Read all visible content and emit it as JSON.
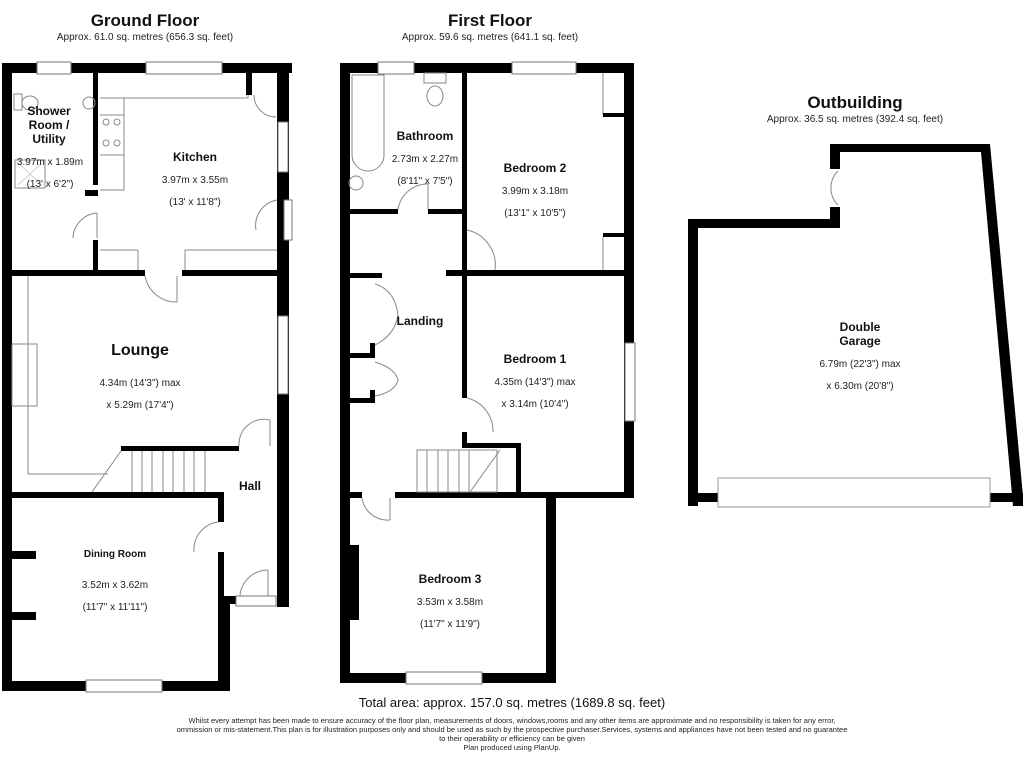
{
  "floors": [
    {
      "id": "ground",
      "title": "Ground Floor",
      "area": "Approx. 61.0 sq. metres (656.3 sq. feet)",
      "rooms": [
        {
          "name": "Shower Room / Utility",
          "name_lines": [
            "Shower",
            "Room /",
            "Utility"
          ],
          "dims": "3.97m x 1.89m",
          "dims_imperial": "(13' x 6'2\")"
        },
        {
          "name": "Kitchen",
          "dims": "3.97m x 3.55m",
          "dims_imperial": "(13' x 11'8\")"
        },
        {
          "name": "Lounge",
          "dims": "4.34m (14'3\") max",
          "dims_imperial": "x 5.29m (17'4\")"
        },
        {
          "name": "Hall"
        },
        {
          "name": "Dining Room",
          "dims": "3.52m x 3.62m",
          "dims_imperial": "(11'7\" x 11'11\")"
        }
      ]
    },
    {
      "id": "first",
      "title": "First Floor",
      "area": "Approx. 59.6 sq. metres (641.1 sq. feet)",
      "rooms": [
        {
          "name": "Bathroom",
          "dims": "2.73m x 2.27m",
          "dims_imperial": "(8'11\" x 7'5\")"
        },
        {
          "name": "Bedroom 2",
          "dims": "3.99m x 3.18m",
          "dims_imperial": "(13'1\" x 10'5\")"
        },
        {
          "name": "Landing"
        },
        {
          "name": "Bedroom 1",
          "dims": "4.35m (14'3\") max",
          "dims_imperial": "x 3.14m (10'4\")"
        },
        {
          "name": "Bedroom 3",
          "dims": "3.53m x 3.58m",
          "dims_imperial": "(11'7\" x 11'9\")"
        }
      ]
    },
    {
      "id": "outbuilding",
      "title": "Outbuilding",
      "area": "Approx. 36.5 sq. metres (392.4 sq. feet)",
      "rooms": [
        {
          "name": "Double Garage",
          "name_lines": [
            "Double",
            "Garage"
          ],
          "dims": "6.79m (22'3\") max",
          "dims_imperial": "x 6.30m (20'8\")"
        }
      ]
    }
  ],
  "footer": {
    "total_area": "Total area: approx. 157.0 sq. metres (1689.8 sq. feet)",
    "disclaimer_lines": [
      "Whilst every attempt has been made to ensure accuracy of the floor plan, measurements of doors, windows,rooms and any other items are approximate and no responsibility is taken for any error,",
      "ommission or mis-statement.This plan is for illustration purposes only and should be used as such by the prospective purchaser.Services, systems and appliances have not been tested and no guarantee",
      "to their operability or efficiency can be given",
      "Plan produced using PlanUp."
    ]
  },
  "colors": {
    "wall": "#000000",
    "fixture_line": "#888888",
    "background": "#ffffff"
  }
}
